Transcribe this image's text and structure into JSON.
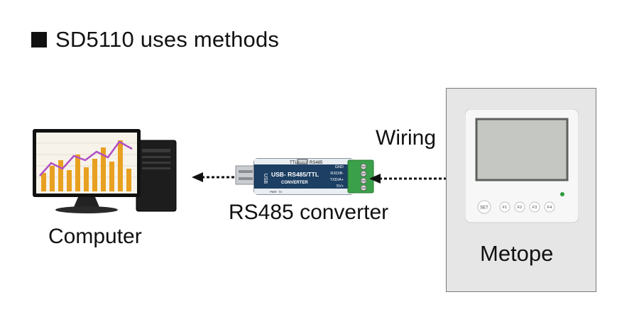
{
  "heading": "SD5110 uses methods",
  "labels": {
    "computer": "Computer",
    "converter": "RS485 converter",
    "wiring": "Wiring",
    "device": "Metope"
  },
  "converter": {
    "top_ttl": "TTL",
    "top_select": "SELECT",
    "top_rs485": "RS485",
    "usb": "USB",
    "title": "USB- RS485/TTL",
    "subtitle": "CONVERTER",
    "pins": [
      "GND",
      "RXD/B-",
      "TXD/A+",
      "5V+"
    ],
    "leds": [
      "PWR",
      "TX"
    ]
  },
  "thermostat": {
    "buttons": [
      "SET",
      "F1",
      "F2",
      "F3",
      "F4"
    ]
  },
  "colors": {
    "panel_bg": "#e6e6e6",
    "converter_body": "#1c3f63",
    "terminal_green": "#3aa04a",
    "chart_orange": "#e8a020",
    "chart_purple": "#b04fc4",
    "status_led": "#2e9a3e"
  }
}
